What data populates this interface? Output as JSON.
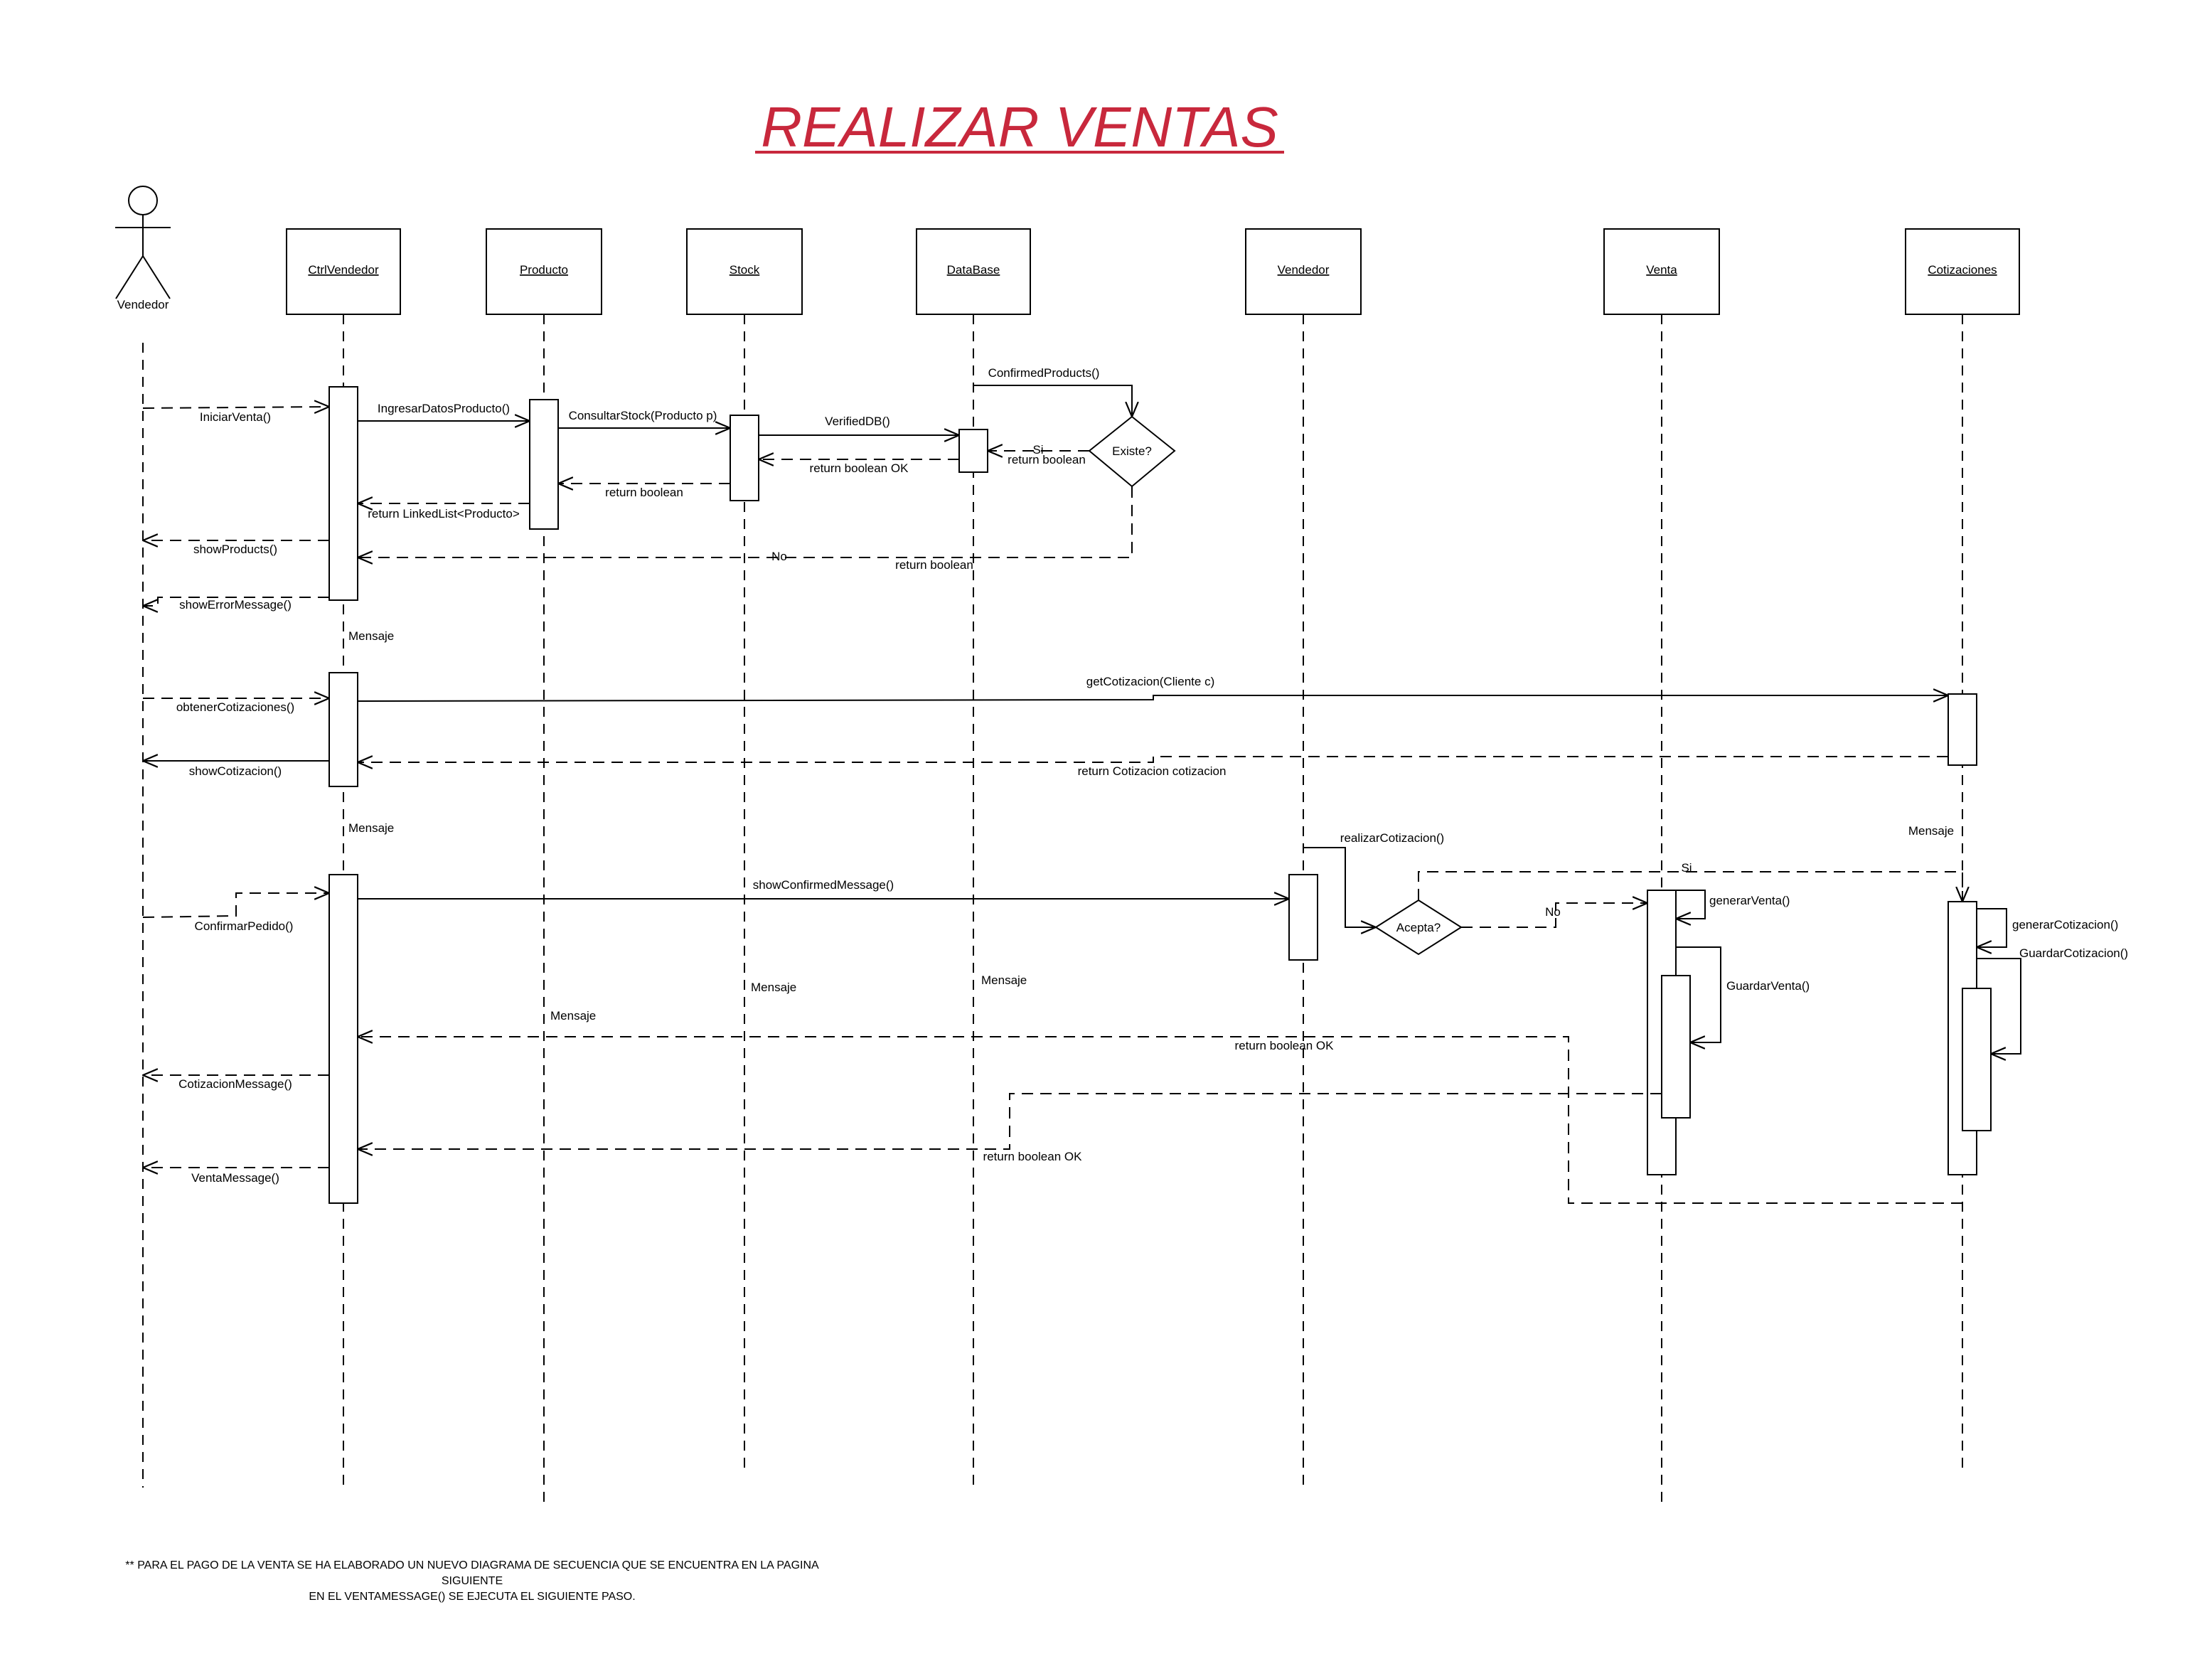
{
  "title": "REALIZAR VENTAS",
  "actor": {
    "name": "Vendedor"
  },
  "participants": [
    "CtrlVendedor",
    "Producto",
    "Stock",
    "DataBase",
    "Vendedor",
    "Venta",
    "Cotizaciones"
  ],
  "messages": {
    "iniciar_venta": "IniciarVenta()",
    "ingresar_datos": "IngresarDatosProducto()",
    "consultar_stock": "ConsultarStock(Producto p)",
    "verified_db": "VerifiedDB()",
    "confirmed_products": "ConfirmedProducts()",
    "si_1": "Si",
    "existe": "Existe?",
    "return_boolean_1": "return boolean",
    "return_boolean_ok_1": "return boolean OK",
    "return_boolean_2": "return boolean",
    "return_linkedlist": "return LinkedList<Producto>",
    "show_products": "showProducts()",
    "no_1": "No",
    "return_boolean_3": "return boolean",
    "show_error": "showErrorMessage()",
    "mensaje_1": "Mensaje",
    "get_cotizacion": "getCotizacion(Cliente c)",
    "obtener_cotizaciones": "obtenerCotizaciones()",
    "return_cotizacion": "return Cotizacion cotizacion",
    "show_cotizacion": "showCotizacion()",
    "mensaje_2": "Mensaje",
    "realizar_cotizacion": "realizarCotizacion()",
    "mensaje_3": "Mensaje",
    "si_2": "Si",
    "show_confirmed": "showConfirmedMessage()",
    "generar_venta": "generarVenta()",
    "confirmar_pedido": "ConfirmarPedido()",
    "acepta": "Acepta?",
    "no_2": "No",
    "generar_cotizacion": "generarCotizacion()",
    "guardar_cotizacion": "GuardarCotizacion()",
    "mensaje_4": "Mensaje",
    "mensaje_5": "Mensaje",
    "guardar_venta": "GuardarVenta()",
    "mensaje_6": "Mensaje",
    "return_boolean_ok_2": "return boolean OK",
    "cotizacion_message": "CotizacionMessage()",
    "venta_message": "VentaMessage()",
    "return_boolean_ok_3": "return boolean OK"
  },
  "footnote": {
    "line1": "** PARA EL PAGO DE LA VENTA SE HA ELABORADO UN NUEVO DIAGRAMA DE SECUENCIA QUE SE ENCUENTRA EN LA PAGINA",
    "line2": "SIGUIENTE",
    "line3": "EN EL VENTAMESSAGE() SE EJECUTA EL SIGUIENTE PASO."
  },
  "colors": {
    "title": "#c8283c",
    "lines": "#000000"
  }
}
